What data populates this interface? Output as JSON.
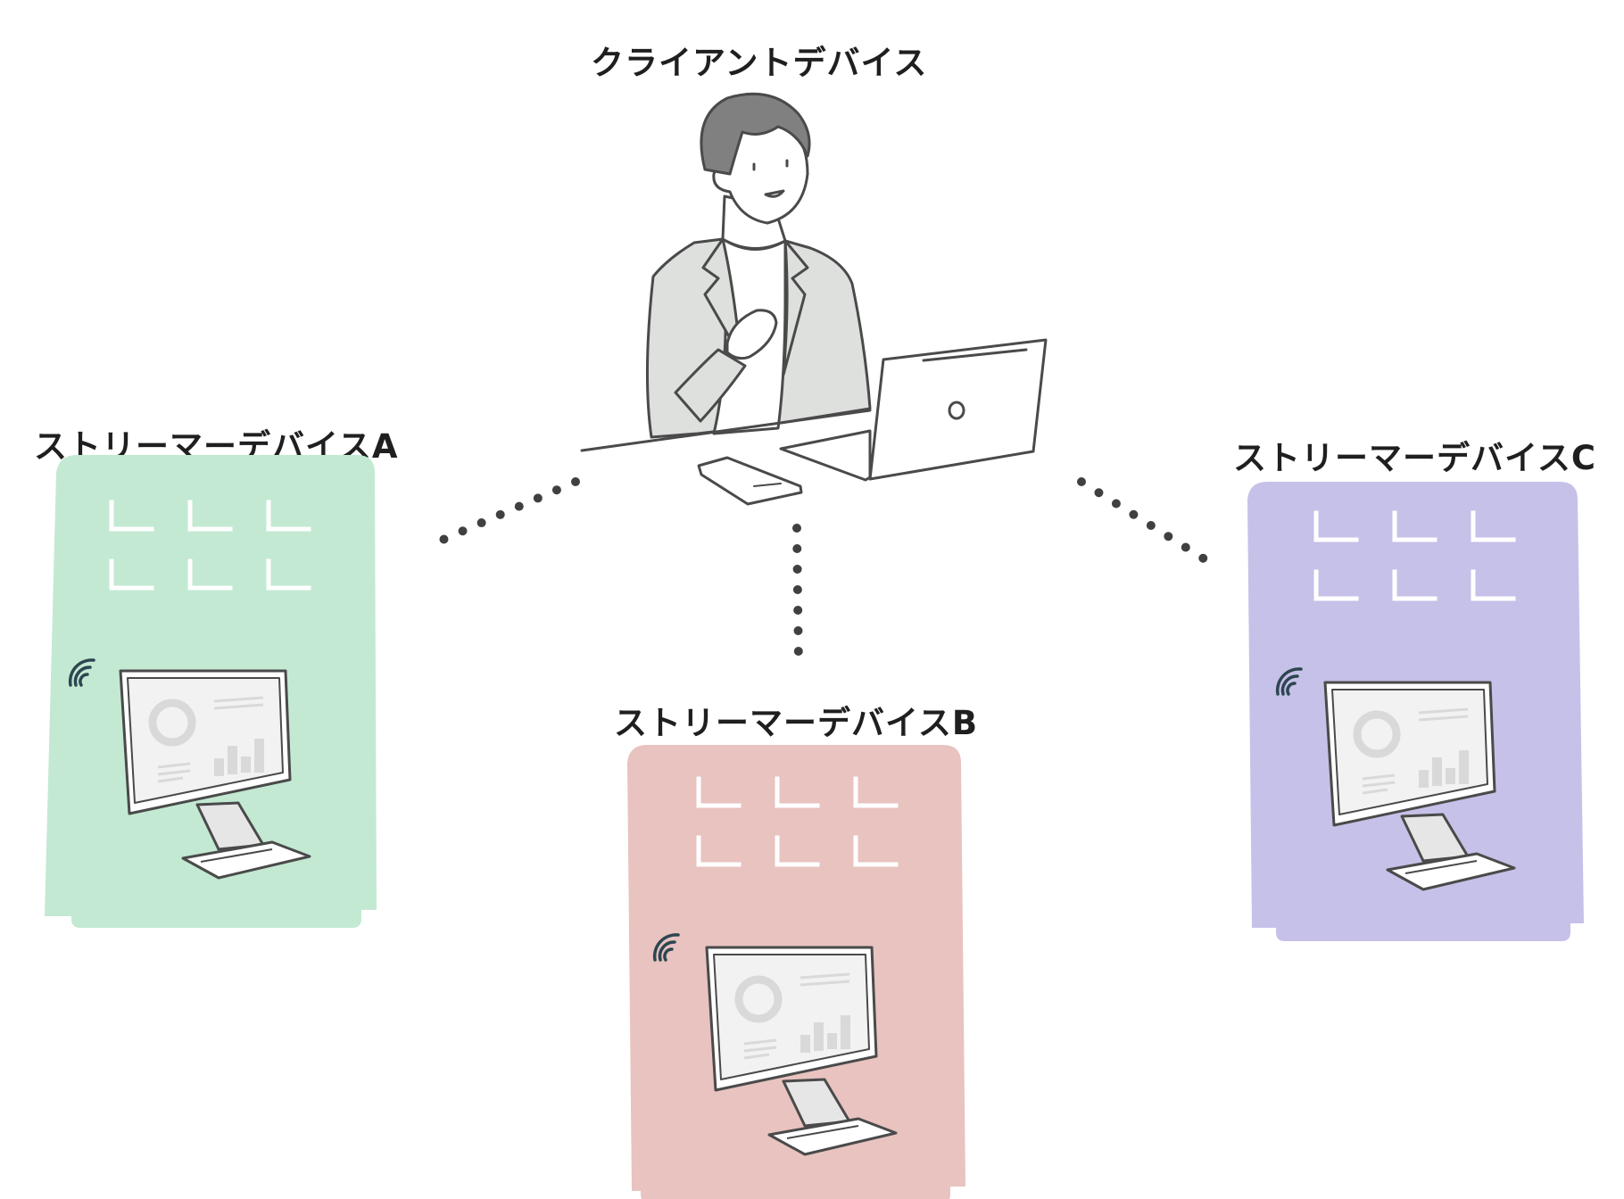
{
  "client": {
    "label": "クライアントデバイス"
  },
  "streamers": [
    {
      "id": "A",
      "label": "ストリーマーデバイスA",
      "color": "#c3e9d2"
    },
    {
      "id": "B",
      "label": "ストリーマーデバイスB",
      "color": "#e8c3c0"
    },
    {
      "id": "C",
      "label": "ストリーマーデバイスC",
      "color": "#c6c1e8"
    }
  ],
  "colors": {
    "line": "#4a4a4a",
    "connector": "#404040",
    "jacket": "#dde0dd",
    "hair": "#808080",
    "screen": "#f2f2f2"
  }
}
